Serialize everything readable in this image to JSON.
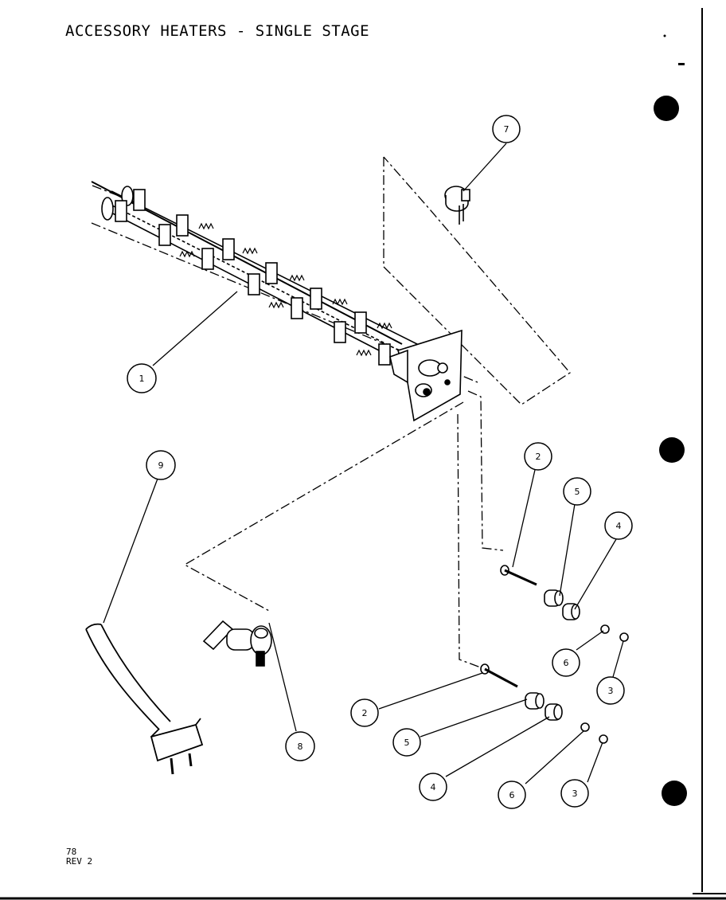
{
  "title": "ACCESSORY HEATERS - SINGLE STAGE",
  "footer": {
    "page": "78",
    "revision": "REV 2"
  },
  "callouts": [
    {
      "label": "7"
    },
    {
      "label": "1"
    },
    {
      "label": "9"
    },
    {
      "label": "2"
    },
    {
      "label": "5"
    },
    {
      "label": "4"
    },
    {
      "label": "6"
    },
    {
      "label": "3"
    },
    {
      "label": "8"
    },
    {
      "label": "2"
    },
    {
      "label": "5"
    },
    {
      "label": "4"
    },
    {
      "label": "6"
    },
    {
      "label": "3"
    }
  ]
}
